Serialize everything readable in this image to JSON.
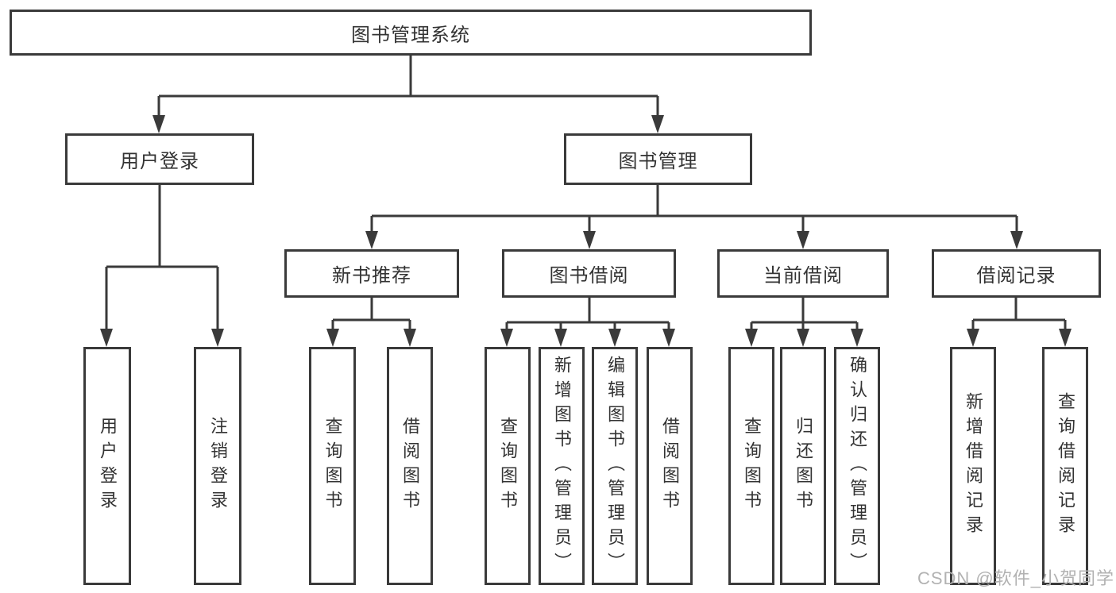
{
  "tree": {
    "label": "图书管理系统",
    "children": [
      {
        "label": "用户登录",
        "children": [
          {
            "label": "用户登录"
          },
          {
            "label": "注销登录"
          }
        ]
      },
      {
        "label": "图书管理",
        "children": [
          {
            "label": "新书推荐",
            "children": [
              {
                "label": "查询图书"
              },
              {
                "label": "借阅图书"
              }
            ]
          },
          {
            "label": "图书借阅",
            "children": [
              {
                "label": "查询图书"
              },
              {
                "label": "新增图书（管理员）"
              },
              {
                "label": "编辑图书（管理员）"
              },
              {
                "label": "借阅图书"
              }
            ]
          },
          {
            "label": "当前借阅",
            "children": [
              {
                "label": "查询图书"
              },
              {
                "label": "归还图书"
              },
              {
                "label": "确认归还（管理员）"
              }
            ]
          },
          {
            "label": "借阅记录",
            "children": [
              {
                "label": "新增借阅记录"
              },
              {
                "label": "查询借阅记录"
              }
            ]
          }
        ]
      }
    ]
  },
  "watermark": "CSDN @软件_小贺同学",
  "colors": {
    "line": "#3a3a3a",
    "text": "#333333",
    "watermark": "#b2b2b2",
    "background": "#ffffff"
  }
}
